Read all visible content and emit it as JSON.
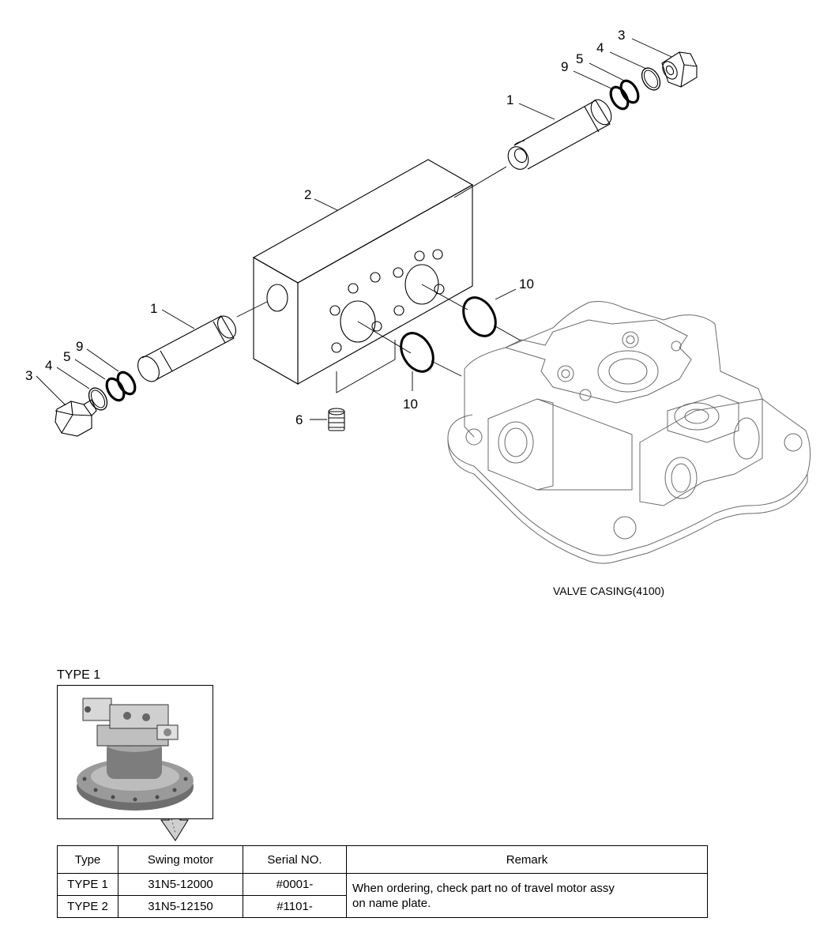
{
  "callouts": {
    "c3a": "3",
    "c4a": "4",
    "c5a": "5",
    "c9a": "9",
    "c1a": "1",
    "c2": "2",
    "c10a": "10",
    "c10b": "10",
    "c1b": "1",
    "c9b": "9",
    "c5b": "5",
    "c4b": "4",
    "c3b": "3",
    "c6": "6"
  },
  "casing_label": "VALVE CASING(4100)",
  "type_label": "TYPE 1",
  "table": {
    "headers": [
      "Type",
      "Swing motor",
      "Serial NO.",
      "Remark"
    ],
    "rows": [
      {
        "type": "TYPE 1",
        "motor": "31N5-12000",
        "serial": "#0001-"
      },
      {
        "type": "TYPE 2",
        "motor": "31N5-12150",
        "serial": "#1101-"
      }
    ],
    "remark_line1": "When ordering, check part no of travel motor assy",
    "remark_line2": "on name plate."
  }
}
